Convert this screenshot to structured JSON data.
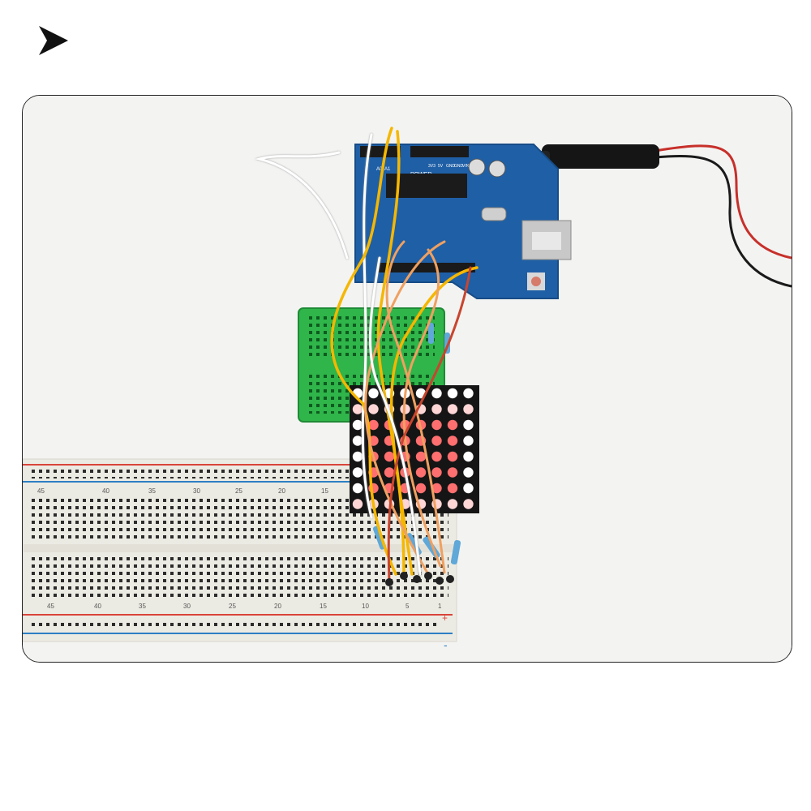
{
  "nav": {
    "icon": "chevron-right-icon"
  },
  "photo": {
    "subject": "arduino-led-matrix-breadboard-photo",
    "board": {
      "silkscreen_power": "POWER",
      "silkscreen_pins": [
        "A0",
        "A1",
        "3V3",
        "5V",
        "GND",
        "GND",
        "VIN"
      ]
    },
    "matrix": {
      "rows": 8,
      "cols": 8,
      "lit_color": "#ff6f6f",
      "dim_color": "#ffd6d6",
      "off_color": "#ffffff"
    },
    "breadboard": {
      "top_numbers": [
        "45",
        "40",
        "35",
        "30",
        "25",
        "20",
        "15"
      ],
      "bottom_numbers": [
        "45",
        "40",
        "35",
        "30",
        "25",
        "20",
        "15",
        "10",
        "5",
        "1"
      ],
      "plus_label": "+",
      "minus_label": "-"
    },
    "colors": {
      "board": "#1f5fa6",
      "mini_breadboard": "#2fb54a",
      "wire_yellow": "#f5b700",
      "wire_orange": "#f0a060",
      "wire_white": "#ffffff",
      "wire_red": "#c8452e",
      "rail_red": "#d9443a",
      "rail_blue": "#2d7fc4"
    }
  }
}
